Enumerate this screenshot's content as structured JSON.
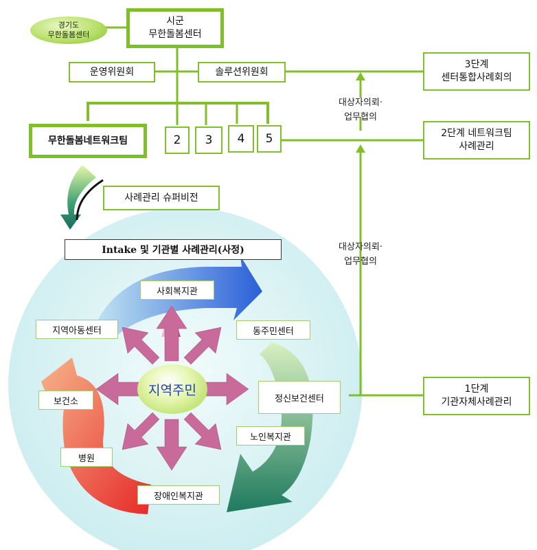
{
  "top": {
    "gyeonggi_center": "경기도\n무한돌봄센터",
    "sigun_center": "시군\n무한돌봄센터",
    "operating_committee": "운영위원회",
    "solution_committee": "솔루션위원회",
    "network_team": "무한돌봄네트워크팀",
    "team_numbers": [
      "2",
      "3",
      "4",
      "5"
    ]
  },
  "right": {
    "stage3": "3단계\n센터통합사례회의",
    "stage2": "2단계 네트워크팀\n사례관리",
    "stage1": "1단계\n기관자체사례관리",
    "referral_upper": "대상자의뢰·\n업무협의",
    "referral_lower": "대상자의뢰·\n업무협의"
  },
  "supervision": "사례관리 슈퍼비전",
  "intake_title": "Intake 및 기관별 사례관리(사정)",
  "center_label": "지역주민",
  "agencies": {
    "social_welfare": "사회복지관",
    "community_center": "동주민센터",
    "mental_health": "정신보건센터",
    "senior_welfare": "노인복지관",
    "disability_welfare": "장애인복지관",
    "hospital": "병원",
    "health_center": "보건소",
    "child_center": "지역아동센터"
  },
  "colors": {
    "line_green": "#7fbf2a",
    "circle_bg": "#d8f1f3",
    "arrow_pink": "#c06090",
    "arrow_blue": "#3d6fd6",
    "arrow_teal": "#2a8a6a",
    "arrow_red": "#e8402a"
  }
}
